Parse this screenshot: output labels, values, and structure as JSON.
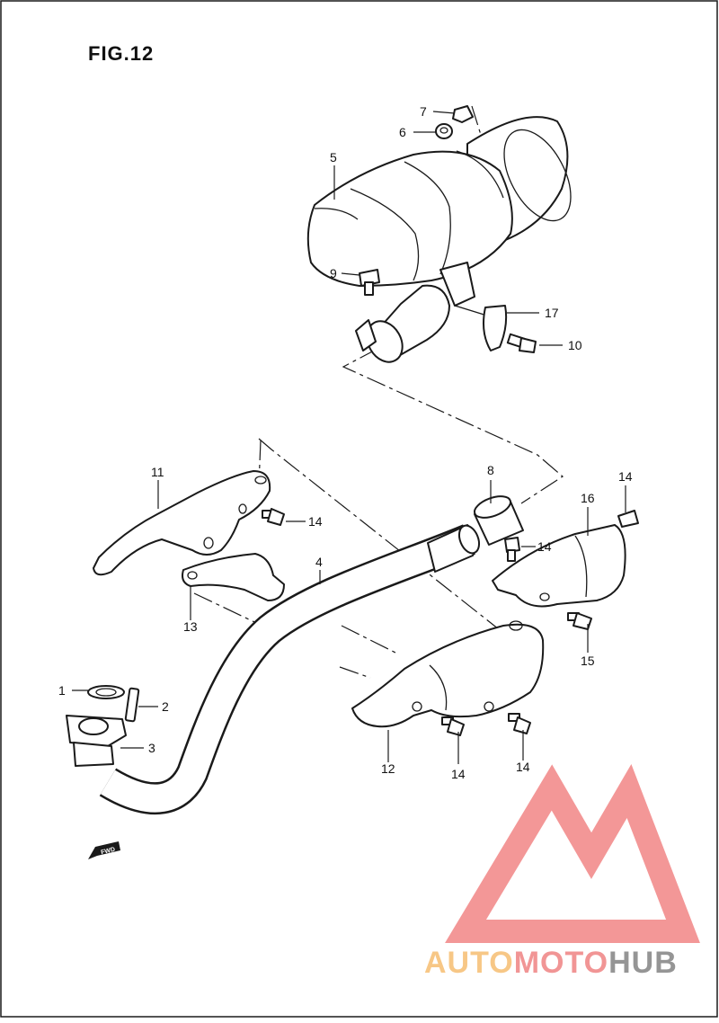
{
  "figure": {
    "title": "FIG.12"
  },
  "callouts": {
    "c1": "1",
    "c2": "2",
    "c3": "3",
    "c4": "4",
    "c5": "5",
    "c6": "6",
    "c7": "7",
    "c8": "8",
    "c9": "9",
    "c10": "10",
    "c11": "11",
    "c12": "12",
    "c13": "13",
    "c14a": "14",
    "c14b": "14",
    "c14c": "14",
    "c14d": "14",
    "c14e": "14",
    "c15": "15",
    "c16": "16",
    "c17": "17"
  },
  "fwd_badge": "FWD",
  "watermark": {
    "part1": "AUTO",
    "part2": "MOTO",
    "part3": "HUB",
    "color_light": "#f7c27a",
    "color_mid": "#f08a8a",
    "color_dark": "#8a8a8a"
  }
}
